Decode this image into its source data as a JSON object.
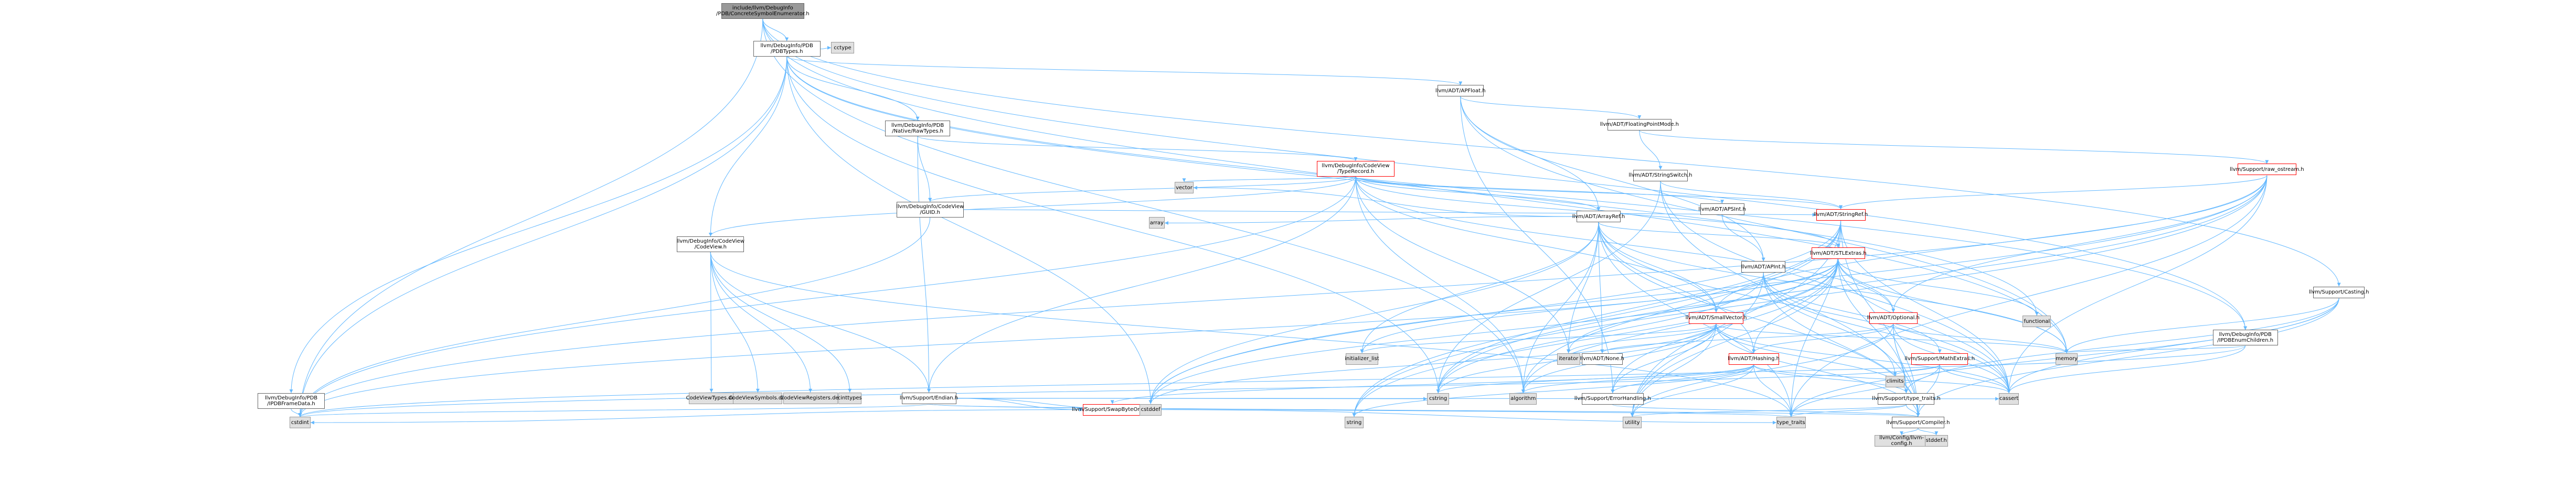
{
  "nodes": [
    {
      "id": "root",
      "label": "include/llvm/DebugInfo\n/PDB/ConcreteSymbolEnumerator.h",
      "kind": "root"
    },
    {
      "id": "pdbtypes",
      "label": "llvm/DebugInfo/PDB\n/PDBTypes.h",
      "kind": "normal"
    },
    {
      "id": "cctype",
      "label": "cctype",
      "kind": "sys"
    },
    {
      "id": "rawtypes",
      "label": "llvm/DebugInfo/PDB\n/Native/RawTypes.h",
      "kind": "normal"
    },
    {
      "id": "typerecord",
      "label": "llvm/DebugInfo/CodeView\n/TypeRecord.h",
      "kind": "red"
    },
    {
      "id": "guid",
      "label": "llvm/DebugInfo/CodeView\n/GUID.h",
      "kind": "normal"
    },
    {
      "id": "codeview",
      "label": "llvm/DebugInfo/CodeView\n/CodeView.h",
      "kind": "normal"
    },
    {
      "id": "pdbframe",
      "label": "llvm/DebugInfo/PDB\n/IPDBFrameData.h",
      "kind": "normal"
    },
    {
      "id": "cvtypes",
      "label": "CodeViewTypes.def",
      "kind": "sys"
    },
    {
      "id": "cvsymbols",
      "label": "CodeViewSymbols.def",
      "kind": "sys"
    },
    {
      "id": "cvregs",
      "label": "CodeViewRegisters.def",
      "kind": "sys"
    },
    {
      "id": "cinttypes",
      "label": "cinttypes",
      "kind": "sys"
    },
    {
      "id": "endian",
      "label": "llvm/Support/Endian.h",
      "kind": "normal"
    },
    {
      "id": "swaporder",
      "label": "llvm/Support/SwapByteOrder.h",
      "kind": "red"
    },
    {
      "id": "apfloat",
      "label": "llvm/ADT/APFloat.h",
      "kind": "normal"
    },
    {
      "id": "fpmode",
      "label": "llvm/ADT/FloatingPointMode.h",
      "kind": "normal"
    },
    {
      "id": "rawostream",
      "label": "llvm/Support/raw_ostream.h",
      "kind": "red"
    },
    {
      "id": "strswitch",
      "label": "llvm/ADT/StringSwitch.h",
      "kind": "normal"
    },
    {
      "id": "apsint",
      "label": "llvm/ADT/APSInt.h",
      "kind": "normal"
    },
    {
      "id": "apint",
      "label": "llvm/ADT/APInt.h",
      "kind": "normal"
    },
    {
      "id": "arrayref",
      "label": "llvm/ADT/ArrayRef.h",
      "kind": "normal"
    },
    {
      "id": "stringref",
      "label": "llvm/ADT/StringRef.h",
      "kind": "red"
    },
    {
      "id": "stlextras",
      "label": "llvm/ADT/STLExtras.h",
      "kind": "red"
    },
    {
      "id": "smallvector",
      "label": "llvm/ADT/SmallVector.h",
      "kind": "red"
    },
    {
      "id": "optional",
      "label": "llvm/ADT/Optional.h",
      "kind": "red"
    },
    {
      "id": "hashing",
      "label": "llvm/ADT/Hashing.h",
      "kind": "red"
    },
    {
      "id": "mathextras",
      "label": "llvm/Support/MathExtras.h",
      "kind": "red"
    },
    {
      "id": "none",
      "label": "llvm/ADT/None.h",
      "kind": "normal"
    },
    {
      "id": "errorhandling",
      "label": "llvm/Support/ErrorHandling.h",
      "kind": "normal"
    },
    {
      "id": "typetraits",
      "label": "llvm/Support/type_traits.h",
      "kind": "normal"
    },
    {
      "id": "compiler",
      "label": "llvm/Support/Compiler.h",
      "kind": "normal"
    },
    {
      "id": "llvmconfig",
      "label": "llvm/Config/llvm-config.h",
      "kind": "sys"
    },
    {
      "id": "stddef",
      "label": "stddef.h",
      "kind": "sys"
    },
    {
      "id": "enumchildren",
      "label": "llvm/DebugInfo/PDB\n/IPDBEnumChildren.h",
      "kind": "normal"
    },
    {
      "id": "casting",
      "label": "llvm/Support/Casting.h",
      "kind": "normal"
    },
    {
      "id": "vector",
      "label": "vector",
      "kind": "sys"
    },
    {
      "id": "array",
      "label": "array",
      "kind": "sys"
    },
    {
      "id": "functional",
      "label": "functional",
      "kind": "sys"
    },
    {
      "id": "memory",
      "label": "memory",
      "kind": "sys"
    },
    {
      "id": "iterator",
      "label": "iterator",
      "kind": "sys"
    },
    {
      "id": "initlist",
      "label": "initializer_list",
      "kind": "sys"
    },
    {
      "id": "cstring",
      "label": "cstring",
      "kind": "sys"
    },
    {
      "id": "algorithm",
      "label": "algorithm",
      "kind": "sys"
    },
    {
      "id": "cassert",
      "label": "cassert",
      "kind": "sys"
    },
    {
      "id": "climits",
      "label": "climits",
      "kind": "sys"
    },
    {
      "id": "cstddef",
      "label": "cstddef",
      "kind": "sys"
    },
    {
      "id": "cstdint",
      "label": "cstdint",
      "kind": "sys"
    },
    {
      "id": "string",
      "label": "string",
      "kind": "sys"
    },
    {
      "id": "utility",
      "label": "utility",
      "kind": "sys"
    },
    {
      "id": "typetraitsstd",
      "label": "type_traits",
      "kind": "sys"
    }
  ],
  "colors": {
    "edge": "#63b8ff",
    "red_border": "#ff0000",
    "normal_border": "#666666",
    "sys_fill": "#e0e0e0",
    "root_fill": "#999999"
  }
}
